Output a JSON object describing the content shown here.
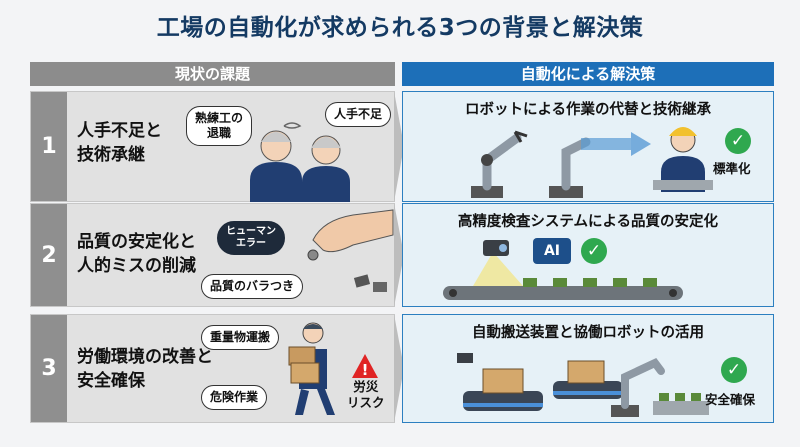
{
  "title": "工場の自動化が求められる3つの背景と解決策",
  "headers": {
    "left": "現状の課題",
    "right": "自動化による解決策"
  },
  "rows": [
    {
      "number": "1",
      "issue": "人手不足と\n技術承継",
      "bubbles": [
        "熟練工の\n退職",
        "人手不足"
      ],
      "solution": "ロボットによる作業の代替と技術継承",
      "badge": "標準化"
    },
    {
      "number": "2",
      "issue": "品質の安定化と\n人的ミスの削減",
      "bubbles": [
        "ヒューマン\nエラー",
        "品質のバラつき"
      ],
      "solution": "高精度検査システムによる品質の安定化",
      "ai_label": "AI"
    },
    {
      "number": "3",
      "issue": "労働環境の改善と\n安全確保",
      "bubbles": [
        "重量物運搬",
        "危険作業"
      ],
      "hazard": "労災\nリスク",
      "solution": "自動搬送装置と協働ロボットの活用",
      "badge": "安全確保"
    }
  ],
  "colors": {
    "title": "#143a63",
    "header_left": "#8c8c8c",
    "header_right": "#1d6fb8",
    "check": "#2fa84f"
  }
}
